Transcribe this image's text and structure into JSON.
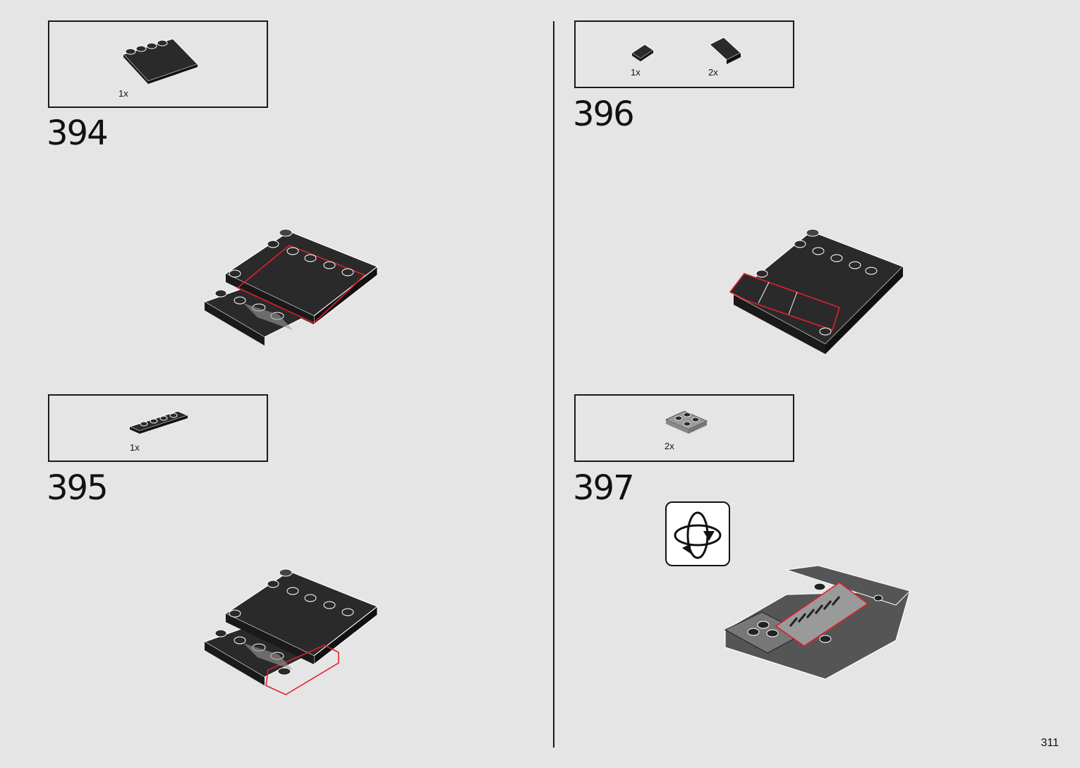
{
  "page_number": "311",
  "steps": [
    {
      "number": "394",
      "parts": [
        {
          "qty": "1x",
          "icon": "black-wedge-plate-4x4"
        }
      ]
    },
    {
      "number": "395",
      "parts": [
        {
          "qty": "1x",
          "icon": "black-plate-1x4"
        }
      ]
    },
    {
      "number": "396",
      "parts": [
        {
          "qty": "1x",
          "icon": "black-slope-1x1"
        },
        {
          "qty": "2x",
          "icon": "black-slope-2x2"
        }
      ]
    },
    {
      "number": "397",
      "parts": [
        {
          "qty": "2x",
          "icon": "grey-plate-2x2-with-pins"
        }
      ],
      "rotate_icon": "rotate-model-icon"
    }
  ],
  "colors": {
    "background": "#e5e5e5",
    "brick": "#2a2a2a",
    "highlight": "#e0202a",
    "grey_part": "#9a9a9a"
  }
}
